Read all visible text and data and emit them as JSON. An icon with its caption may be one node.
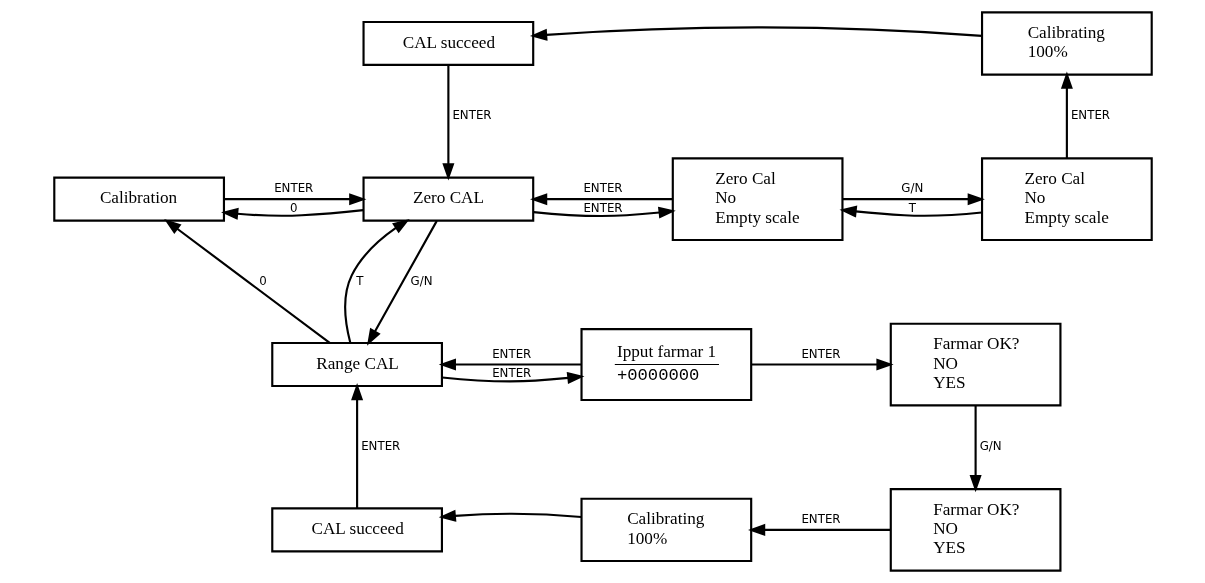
{
  "diagram": {
    "nodes": [
      {
        "text": [
          "CAL succeed"
        ]
      },
      {
        "text": [
          "Calibrating",
          "100%"
        ]
      },
      {
        "text": [
          "Calibration"
        ]
      },
      {
        "text": [
          "Zero CAL"
        ]
      },
      {
        "text": [
          "Zero Cal",
          "No",
          "Empty scale"
        ]
      },
      {
        "text": [
          "Zero Cal",
          "No",
          "Empty scale"
        ]
      },
      {
        "text": [
          "Range CAL"
        ]
      },
      {
        "text": [
          "Ipput farmar 1",
          "+0000000"
        ]
      },
      {
        "text": [
          "Farmar OK?",
          "NO",
          "YES"
        ]
      },
      {
        "text": [
          "CAL succeed"
        ]
      },
      {
        "text": [
          "Calibrating",
          "100%"
        ]
      },
      {
        "text": [
          "Farmar OK?",
          "NO",
          "YES"
        ]
      }
    ],
    "edges": [
      {
        "from": 1,
        "to": 0,
        "arrow": "to"
      },
      {
        "from": 0,
        "to": 3,
        "arrow": "to",
        "label": "ENTER"
      },
      {
        "from": 2,
        "to": 3,
        "arrow": "to",
        "label": "ENTER"
      },
      {
        "from": 3,
        "to": 2,
        "arrow": "to",
        "label": "0"
      },
      {
        "from": 4,
        "to": 3,
        "arrow": "to",
        "label": "ENTER"
      },
      {
        "from": 3,
        "to": 4,
        "arrow": "to",
        "label": "ENTER"
      },
      {
        "from": 5,
        "to": 4,
        "arrow": "to",
        "label": "T"
      },
      {
        "from": 4,
        "to": 5,
        "arrow": "to",
        "label": "G/N"
      },
      {
        "from": 5,
        "to": 1,
        "arrow": "to",
        "label": "ENTER"
      },
      {
        "from": 6,
        "to": 3,
        "arrow": "to",
        "label": "T"
      },
      {
        "from": 3,
        "to": 6,
        "arrow": "to",
        "label": "G/N"
      },
      {
        "from": 6,
        "to": 2,
        "arrow": "to",
        "label": "0"
      },
      {
        "from": 7,
        "to": 6,
        "arrow": "to",
        "label": "ENTER"
      },
      {
        "from": 6,
        "to": 7,
        "arrow": "to",
        "label": "ENTER"
      },
      {
        "from": 7,
        "to": 8,
        "arrow": "to",
        "label": "ENTER"
      },
      {
        "from": 8,
        "to": 11,
        "arrow": "to",
        "label": "G/N"
      },
      {
        "from": 11,
        "to": 10,
        "arrow": "to",
        "label": "ENTER"
      },
      {
        "from": 10,
        "to": 9,
        "arrow": "to"
      },
      {
        "from": 9,
        "to": 6,
        "arrow": "to",
        "label": "ENTER"
      }
    ]
  }
}
